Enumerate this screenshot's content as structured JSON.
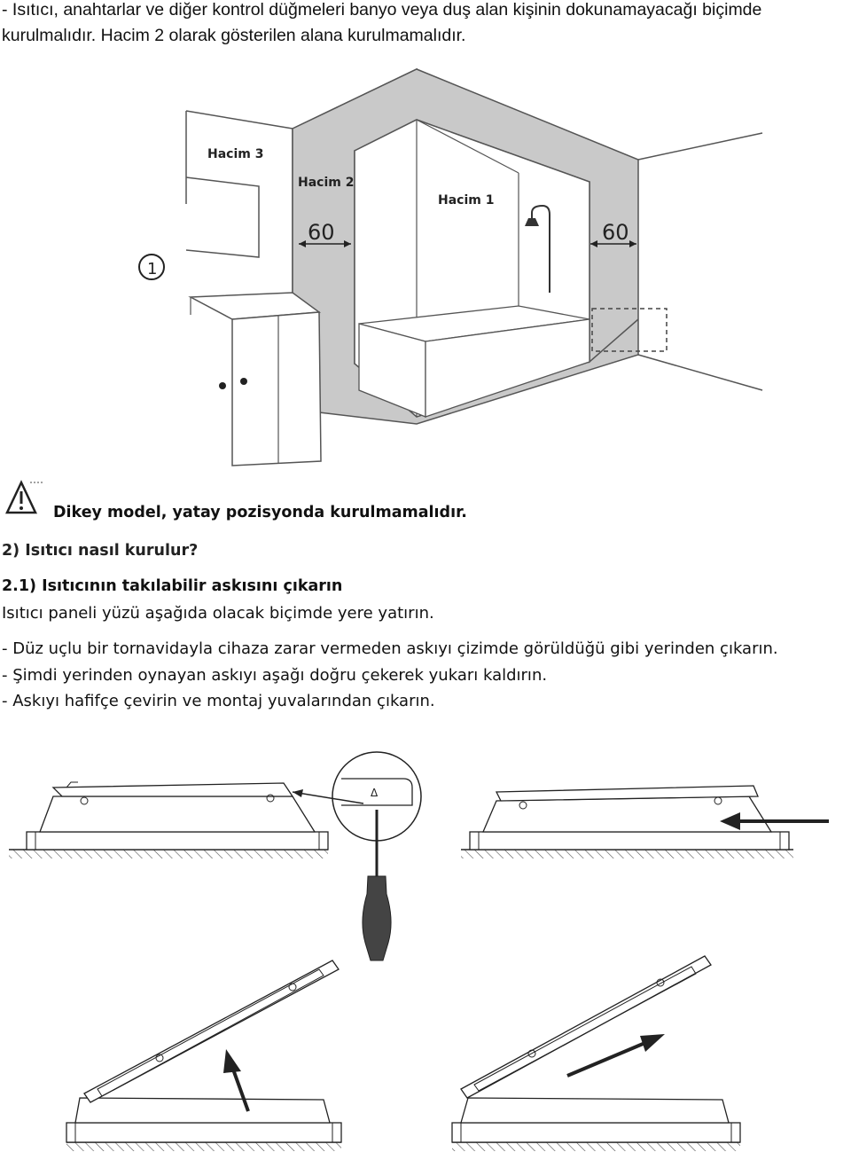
{
  "intro": {
    "line1": "- Isıtıcı, anahtarlar ve diğer kontrol düğmeleri banyo veya duş alan kişinin dokunamayacağı biçimde",
    "line2": "kurulmalıdır. Hacim 2 olarak gösterilen alana kurulmamalıdır."
  },
  "figure1": {
    "label_hacim3": "Hacim 3",
    "label_hacim2": "Hacim 2",
    "label_hacim1": "Hacim 1",
    "dim_left": "60",
    "dim_right": "60",
    "marker": "①"
  },
  "warning": {
    "icon": "warning-triangle-icon",
    "text": "Dikey model, yatay pozisyonda kurulmamalıdır."
  },
  "section2": {
    "heading": "2) Isıtıcı nasıl kurulur?",
    "subheading": "2.1) Isıtıcının takılabilir askısını çıkarın",
    "intro": "Isıtıcı paneli yüzü aşağıda olacak biçimde yere yatırın.",
    "steps": [
      "- Düz uçlu bir tornavidayla cihaza zarar vermeden askıyı çizimde görüldüğü gibi yerinden çıkarın.",
      "- Şimdi yerinden oynayan askıyı aşağı doğru çekerek yukarı kaldırın.",
      "- Askıyı hafifçe çevirin ve montaj yuvalarından çıkarın."
    ]
  },
  "figure2": {
    "detail_mark": "Δ"
  }
}
